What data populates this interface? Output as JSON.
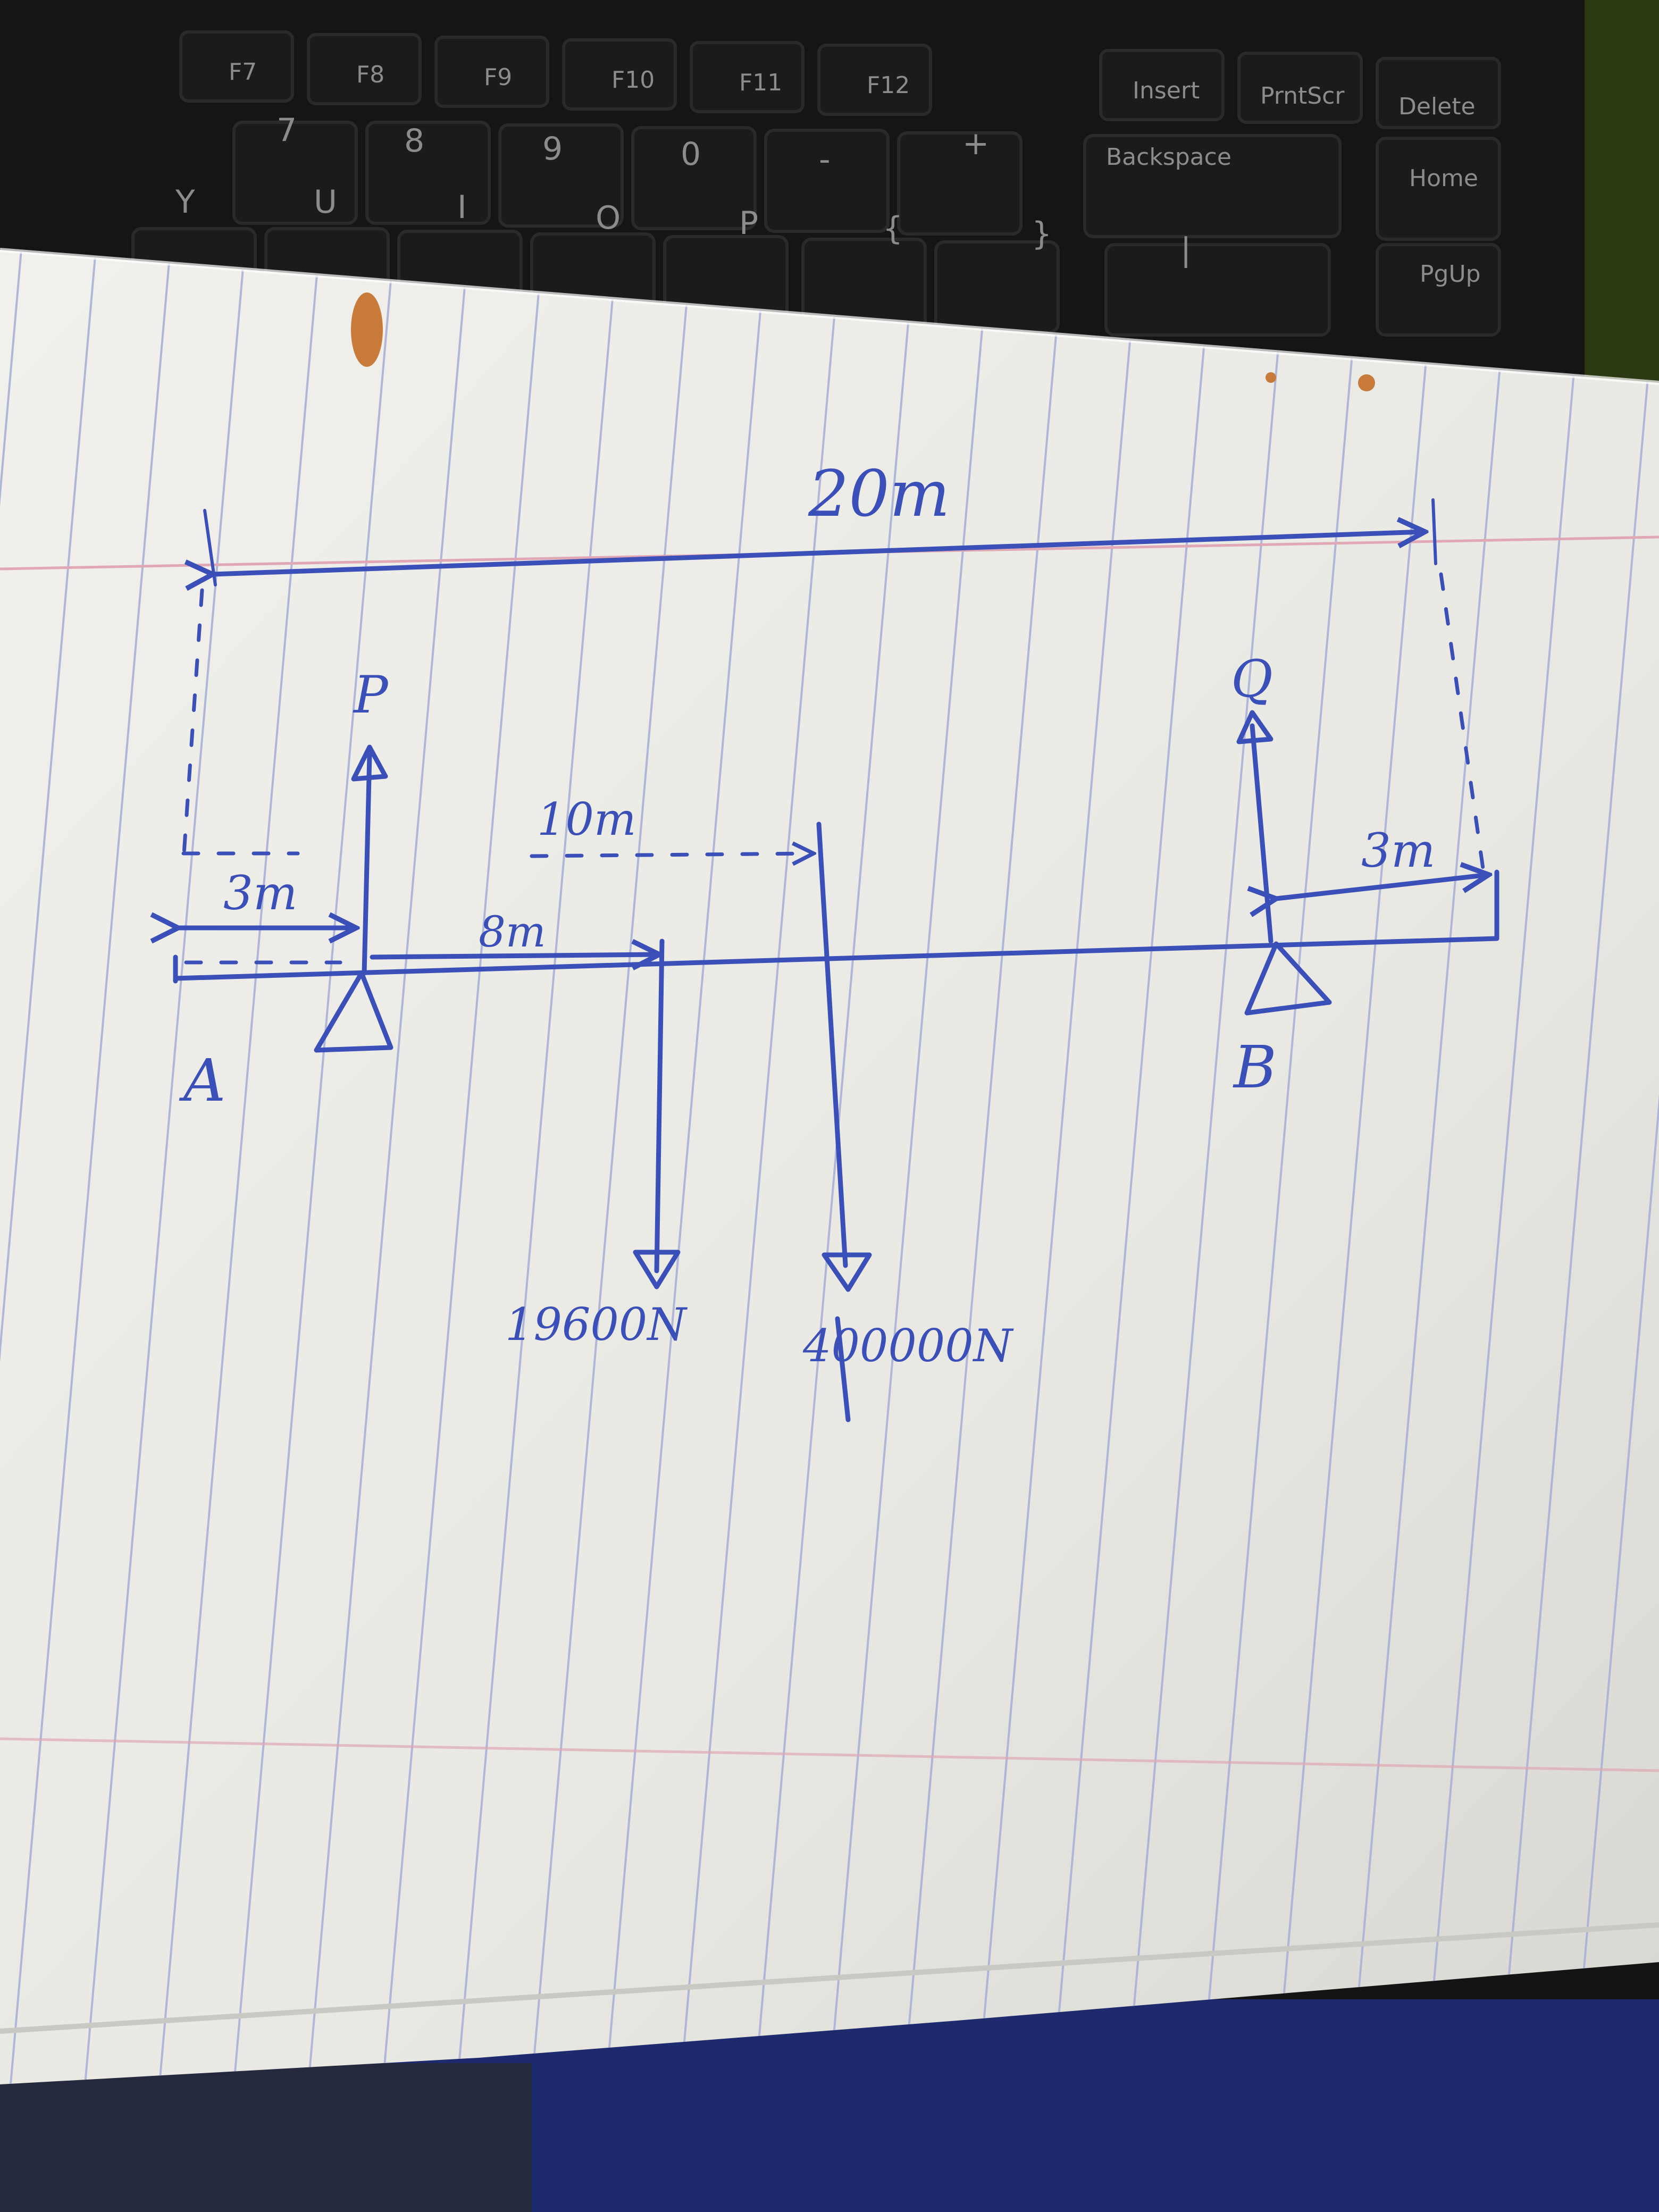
{
  "keyboard": {
    "rows": [
      [
        "F7",
        "F8",
        "F9",
        "F10",
        "F11",
        "F12",
        "Insert",
        "PrntScr",
        "Delete"
      ],
      [
        "7",
        "8",
        "9",
        "0",
        "-",
        "+",
        "Backspace"
      ],
      [
        "Y",
        "U",
        "I",
        "O",
        "P",
        "{",
        "}",
        "|",
        "Home"
      ],
      [
        "PgUp"
      ]
    ]
  },
  "diagram": {
    "total_span": "20m",
    "left_overhang": "3m",
    "right_overhang": "3m",
    "dist_to_load1": "8m",
    "dist_to_load2": "10m",
    "end_a": "A",
    "end_b": "B",
    "reaction_left": "P",
    "reaction_right": "Q",
    "load1": "19600N",
    "load2": "400000N"
  },
  "colors": {
    "ink": "#3b4fb8",
    "paper": "#ecebe6",
    "rule_line": "#a9b1d8",
    "margin_line": "#e0a8b4",
    "keyboard": "#141414",
    "cloth": "#1d2b6e"
  }
}
